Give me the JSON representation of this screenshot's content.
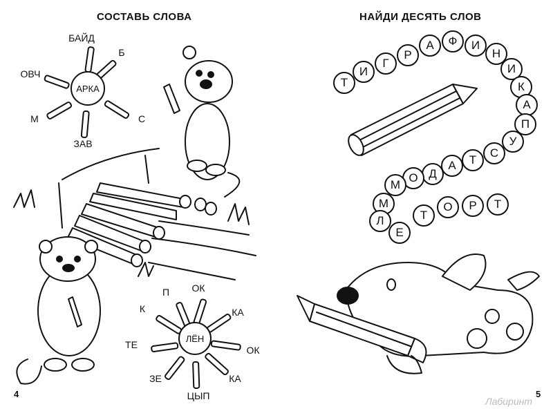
{
  "left_page": {
    "title": "СОСТАВЬ СЛОВА",
    "page_number": "4",
    "wheel1": {
      "center": "АРКА",
      "words": [
        "БАЙД",
        "Б",
        "С",
        "ЗАВ",
        "М",
        "ОВЧ"
      ]
    },
    "wheel2": {
      "center": "ЛЁН",
      "words": [
        "П",
        "ОК",
        "КА",
        "ОК",
        "КА",
        "ЦЫП",
        "ЗЕ",
        "ТЕ",
        "К"
      ]
    }
  },
  "right_page": {
    "title": "НАЙДИ ДЕСЯТЬ СЛОВ",
    "page_number": "5",
    "letter_chain": [
      "Т",
      "И",
      "Г",
      "Р",
      "А",
      "Ф",
      "И",
      "Н",
      "И",
      "К",
      "А",
      "П",
      "У",
      "С",
      "Т",
      "А",
      "Д",
      "О",
      "М",
      "М",
      "Л",
      "Е",
      "Т",
      "О",
      "Р",
      "Т"
    ]
  },
  "watermark": "Лабиринт"
}
